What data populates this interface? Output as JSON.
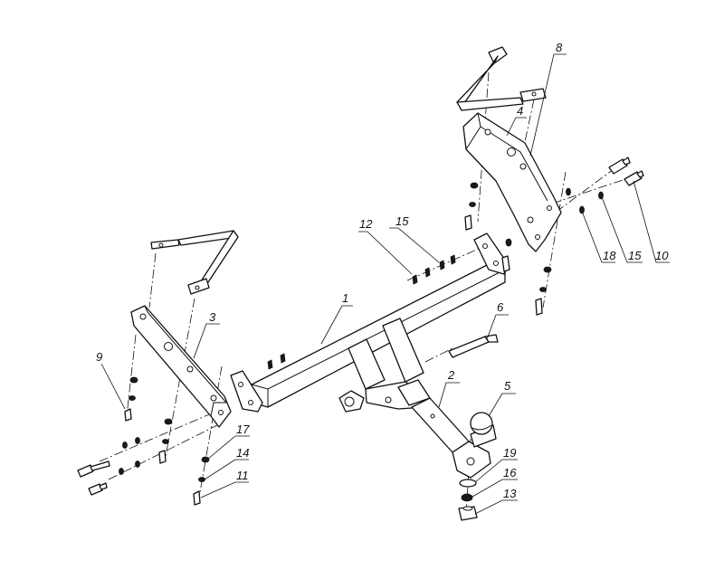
{
  "callouts": [
    {
      "id": "1",
      "text": "1"
    },
    {
      "id": "2",
      "text": "2"
    },
    {
      "id": "3",
      "text": "3"
    },
    {
      "id": "4",
      "text": "4"
    },
    {
      "id": "5",
      "text": "5"
    },
    {
      "id": "6",
      "text": "6"
    },
    {
      "id": "8",
      "text": "8"
    },
    {
      "id": "9",
      "text": "9"
    },
    {
      "id": "10",
      "text": "10"
    },
    {
      "id": "11",
      "text": "11"
    },
    {
      "id": "12",
      "text": "12"
    },
    {
      "id": "13",
      "text": "13"
    },
    {
      "id": "14",
      "text": "14"
    },
    {
      "id": "15a",
      "text": "15"
    },
    {
      "id": "15b",
      "text": "15"
    },
    {
      "id": "16",
      "text": "16"
    },
    {
      "id": "17",
      "text": "17"
    },
    {
      "id": "18",
      "text": "18"
    },
    {
      "id": "19",
      "text": "19"
    }
  ]
}
